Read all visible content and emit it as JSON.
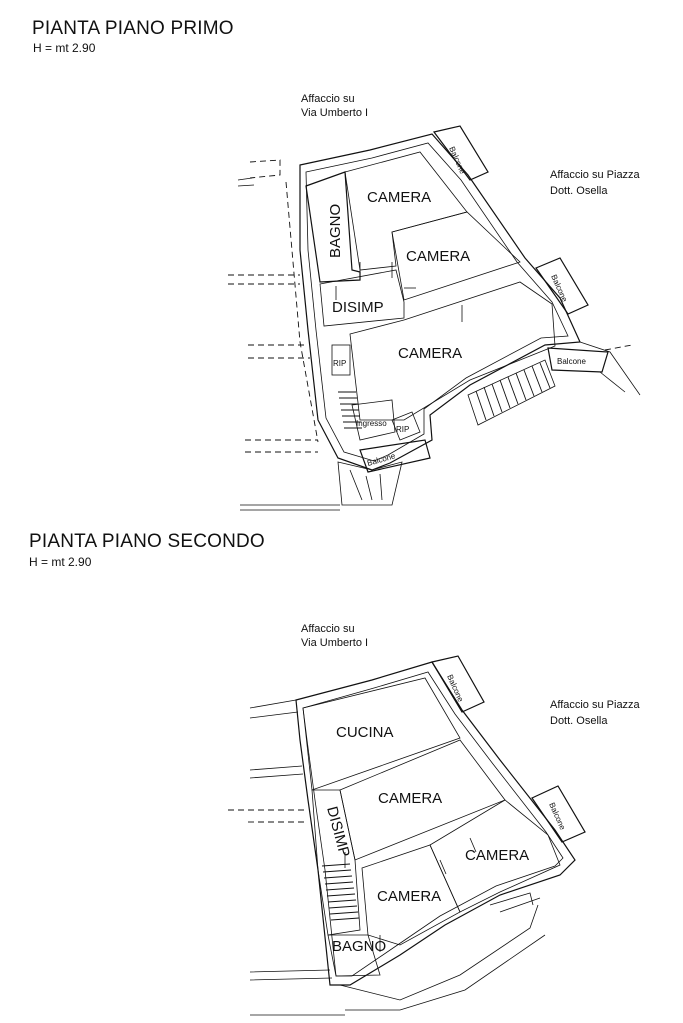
{
  "first_floor": {
    "title": "PIANTA PIANO PRIMO",
    "height": "H = mt 2.90",
    "notes": {
      "street": [
        "Affaccio su",
        "Via Umberto I"
      ],
      "square": [
        "Affaccio su Piazza",
        "Dott. Osella"
      ]
    },
    "rooms": {
      "camera_1": "CAMERA",
      "camera_2": "CAMERA",
      "camera_3": "CAMERA",
      "bagno": "BAGNO",
      "disimp": "DISIMP",
      "rip_1": "RIP",
      "rip_2": "RIP",
      "ingresso": "Ingresso"
    },
    "balconies": {
      "top": "Balcone",
      "right": "Balcone",
      "mid": "Balcone",
      "bottom": "Balcone"
    }
  },
  "second_floor": {
    "title": "PIANTA PIANO SECONDO",
    "height": "H = mt 2.90",
    "notes": {
      "street": [
        "Affaccio su",
        "Via Umberto I"
      ],
      "square": [
        "Affaccio su Piazza",
        "Dott. Osella"
      ]
    },
    "rooms": {
      "cucina": "CUCINA",
      "camera_1": "CAMERA",
      "camera_2": "CAMERA",
      "camera_3": "CAMERA",
      "disimp": "DISIMP",
      "bagno": "BAGNO"
    },
    "balconies": {
      "top": "Balcone",
      "right": "Balcone"
    }
  }
}
